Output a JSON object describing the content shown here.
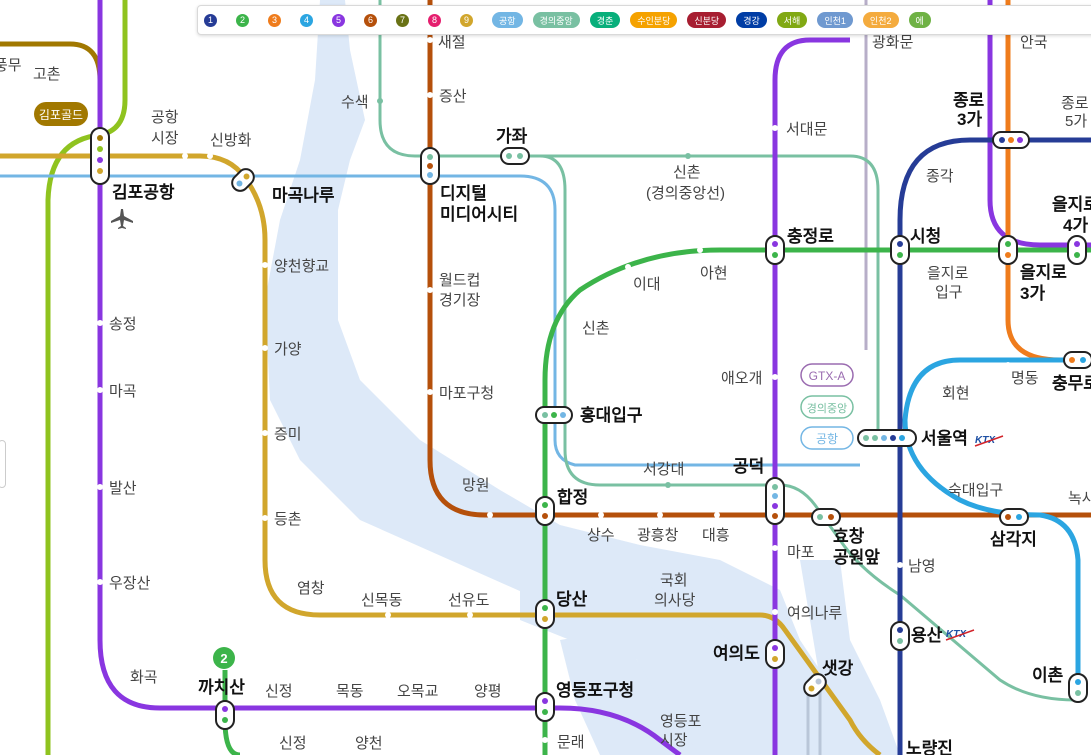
{
  "filter_bar": {
    "chips": [
      {
        "label": "1",
        "color": "#263c96",
        "shape": "circle"
      },
      {
        "label": "2",
        "color": "#3cb44a",
        "shape": "circle"
      },
      {
        "label": "3",
        "color": "#ef7c1c",
        "shape": "circle"
      },
      {
        "label": "4",
        "color": "#2ba5e1",
        "shape": "circle"
      },
      {
        "label": "5",
        "color": "#8936e0",
        "shape": "circle"
      },
      {
        "label": "6",
        "color": "#b5500b",
        "shape": "circle"
      },
      {
        "label": "7",
        "color": "#697215",
        "shape": "circle"
      },
      {
        "label": "8",
        "color": "#e51e6e",
        "shape": "circle"
      },
      {
        "label": "9",
        "color": "#d1a62c",
        "shape": "circle"
      },
      {
        "label": "공항",
        "color": "#73b6e4",
        "shape": "pill"
      },
      {
        "label": "경의중앙",
        "color": "#79c0a2",
        "shape": "pill"
      },
      {
        "label": "경춘",
        "color": "#08af7b",
        "shape": "pill"
      },
      {
        "label": "수인분당",
        "color": "#f5a200",
        "shape": "pill"
      },
      {
        "label": "신분당",
        "color": "#a71e31",
        "shape": "pill"
      },
      {
        "label": "경강",
        "color": "#003da5",
        "shape": "pill"
      },
      {
        "label": "서해",
        "color": "#81a914",
        "shape": "pill"
      },
      {
        "label": "인천1",
        "color": "#6f99d0",
        "shape": "pill"
      },
      {
        "label": "인천2",
        "color": "#f4ab3e",
        "shape": "pill"
      },
      {
        "label": "에",
        "color": "#6fb245",
        "shape": "pill"
      }
    ]
  },
  "line_colors": {
    "line1": "#263c96",
    "line2": "#3cb44a",
    "line3": "#ef7c1c",
    "line4": "#2ba5e1",
    "line5": "#8936e0",
    "line6": "#b5500b",
    "line9": "#d1a62c",
    "airport": "#73b6e4",
    "gyeongui": "#79c0a2",
    "gimpo_gold": "#a17800",
    "seohae": "#8fc31f",
    "shinbundang": "#a71e31",
    "river": "#dde9f8",
    "gyeongchun": "#b7b0c8"
  },
  "stations": {
    "gimpo_airport": "김포공항",
    "magoknaru": "마곡나루",
    "sinbanghwa": "신방화",
    "airport_market_1": "공항",
    "airport_market_2": "시장",
    "pungmu": "풍무",
    "gochon": "고촌",
    "gimpo_gold_badge": "김포골드",
    "songjeong": "송정",
    "magok": "마곡",
    "balsan": "발산",
    "ujangsan": "우장산",
    "hwagok": "화곡",
    "kkachisan": "까치산",
    "yangcheon_hyanggyo": "양천향교",
    "gayang": "가양",
    "jeungmi": "증미",
    "deungchon": "등촌",
    "yeomchang": "염창",
    "sinmokdong": "신목동",
    "seonyudo": "선유도",
    "dangsan": "당산",
    "gukhoe_1": "국회",
    "gukhoe_2": "의사당",
    "yeouido": "여의도",
    "saetgang": "샛강",
    "dmc_1": "디지털",
    "dmc_2": "미디어시티",
    "susaek": "수색",
    "jeungsan": "증산",
    "saejeol": "새절",
    "worldcup_1": "월드컵",
    "worldcup_2": "경기장",
    "mapo_gucheong": "마포구청",
    "mangwon": "망원",
    "hapjeong": "합정",
    "sangsu": "상수",
    "gwangheungchang": "광흥창",
    "daeheung": "대흥",
    "gongdeok": "공덕",
    "hyochang_1": "효창",
    "hyochang_2": "공원앞",
    "samgakji": "삼각지",
    "gajwa": "가좌",
    "sinchon_gy_1": "신촌",
    "sinchon_gy_2": "(경의중앙선)",
    "hongik": "홍대입구",
    "sinchon": "신촌",
    "idae": "이대",
    "ahyeon": "아현",
    "chungjeongno": "충정로",
    "seodaemun": "서대문",
    "gwanghwamun": "광화문",
    "aeogae": "애오개",
    "seogangdae": "서강대",
    "mapo": "마포",
    "yeouinaru": "여의나루",
    "city_hall": "시청",
    "jonggak": "종각",
    "jongno3_1": "종로",
    "jongno3_2": "3가",
    "jongno5_1": "종로",
    "jongno5_2": "5가",
    "euljiro_entrance_1": "을지로",
    "euljiro_entrance_2": "입구",
    "euljiro3_1": "을지로",
    "euljiro3_2": "3가",
    "euljiro4_1": "을지로",
    "euljiro4_2": "4가",
    "anguk": "안국",
    "hoehyeon": "회현",
    "myeongdong": "명동",
    "chungmuro": "충무로",
    "seoul_station": "서울역",
    "sookmyung": "숙대입구",
    "noksapyeong": "녹사",
    "namyeong": "남영",
    "yongsan": "용산",
    "ichon": "이촌",
    "noryangjin": "노량진",
    "yeongdeungpo_gucheong": "영등포구청",
    "yeongdeungpo_market_1": "영등포",
    "yeongdeungpo_market_2": "시장",
    "mullae": "문래",
    "sinjeong": "신정",
    "mokdong": "목동",
    "omokgyo": "오목교",
    "yangpyeong": "양평",
    "sinjeong_bottom": "신정",
    "yangcheon_bottom": "양천"
  },
  "badges": {
    "ktx": "KTX",
    "gtx": "GTX-A",
    "gyeongui": "경의중앙",
    "airport": "공항",
    "line2_marker": "2"
  },
  "icons": {
    "airport_plane": "airplane-icon"
  }
}
